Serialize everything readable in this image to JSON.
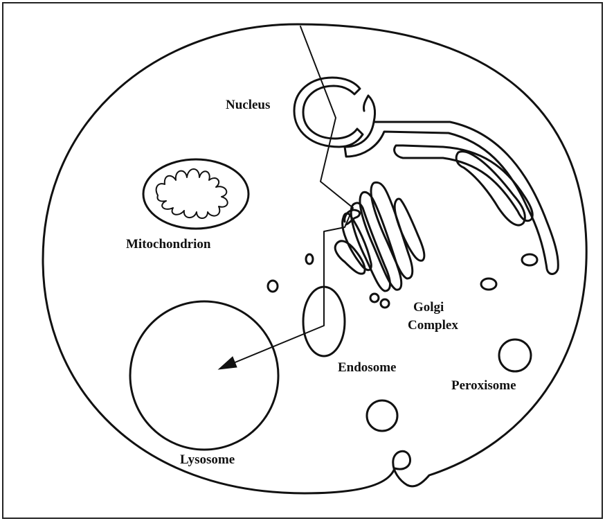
{
  "labels": {
    "nucleus": "Nucleus",
    "mitochondrion": "Mitochondrion",
    "golgi_line1": "Golgi",
    "golgi_line2": "Complex",
    "endosome": "Endosome",
    "peroxisome": "Peroxisome",
    "lysosome": "Lysosome"
  },
  "colors": {
    "stroke": "#111111",
    "background": "#ffffff"
  }
}
